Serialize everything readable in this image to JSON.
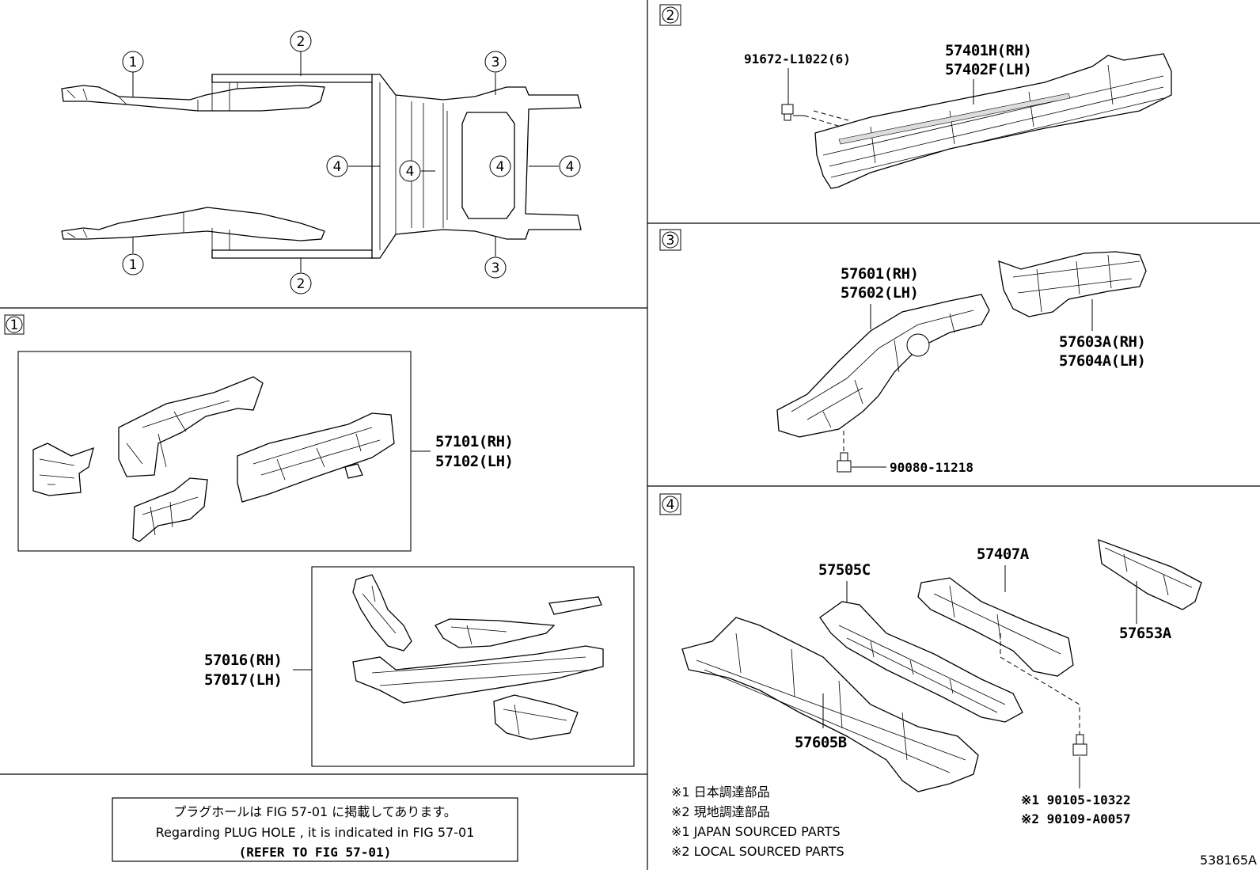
{
  "callouts": {
    "c1": "1",
    "c2": "2",
    "c3": "3",
    "c4": "4"
  },
  "section1": {
    "label": "1",
    "group_a": {
      "rh": "57101(RH)",
      "lh": "57102(LH)"
    },
    "group_b": {
      "rh": "57016(RH)",
      "lh": "57017(LH)"
    }
  },
  "section2": {
    "label": "2",
    "bolt": "91672-L1022(6)",
    "rh": "57401H(RH)",
    "lh": "57402F(LH)"
  },
  "section3": {
    "label": "3",
    "front_rh": "57601(RH)",
    "front_lh": "57602(LH)",
    "rear_rh": "57603A(RH)",
    "rear_lh": "57604A(LH)",
    "bolt": "90080-11218"
  },
  "section4": {
    "label": "4",
    "p1": "57505C",
    "p2": "57407A",
    "p3": "57653A",
    "p4": "57605B",
    "bolt1": "※1 90105-10322",
    "bolt2": "※2 90109-A0057",
    "legend": [
      "※1  日本調達部品",
      "※2  現地調達部品",
      "※1  JAPAN SOURCED PARTS",
      "※2  LOCAL SOURCED PARTS"
    ]
  },
  "notice": {
    "line1": "プラグホールは FIG 57-01 に掲載してあります。",
    "line2": "Regarding  PLUG  HOLE , it is indicated in  FIG  57-01",
    "line3": "(REFER TO FIG 57-01)"
  },
  "figure_id": "538165A",
  "icons": [
    "circled-number-icon",
    "bolt-icon"
  ]
}
